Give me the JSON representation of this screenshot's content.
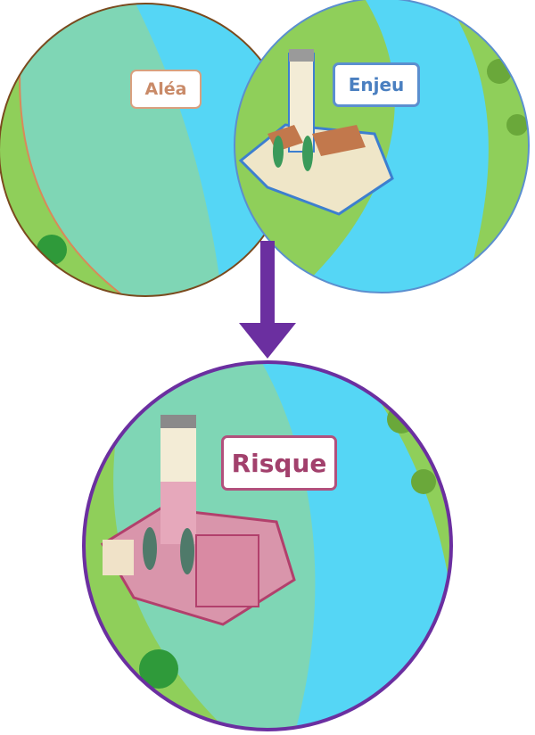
{
  "labels": {
    "hazard": "Aléa",
    "stake": "Enjeu",
    "risk": "Risque"
  },
  "colors": {
    "hazard_border": "#7a4a1e",
    "stake_border": "#5b8fcf",
    "risk_border": "#6b2fa0",
    "arrow": "#6b2fa0",
    "river": "#55d6f5",
    "land": "#8fcf5a"
  }
}
